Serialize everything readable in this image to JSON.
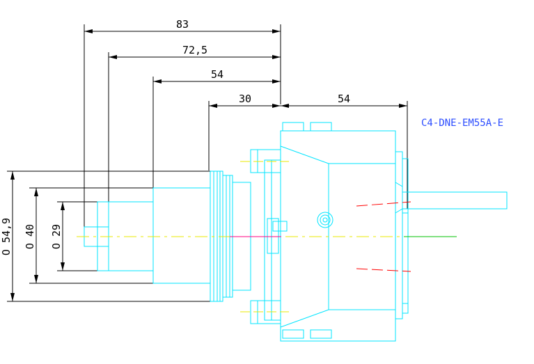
{
  "part_number": "C4-DNE-EM55A-E",
  "horizontal_dimensions": {
    "overall_length": "83",
    "length_to_shoulder": "72,5",
    "length_to_bore": "54",
    "flange_length": "30",
    "body_length": "54"
  },
  "diameter_dimensions": {
    "flange_diameter": "O 54,9",
    "pilot_diameter": "O 40",
    "shaft_diameter": "O 29"
  },
  "colors": {
    "dimension": "#000000",
    "outline": "#00e5ff",
    "label": "#2b4cff",
    "centerline_yellow": "#e8e800",
    "hidden_red": "#ff0000",
    "centerline_green": "#00c000"
  }
}
